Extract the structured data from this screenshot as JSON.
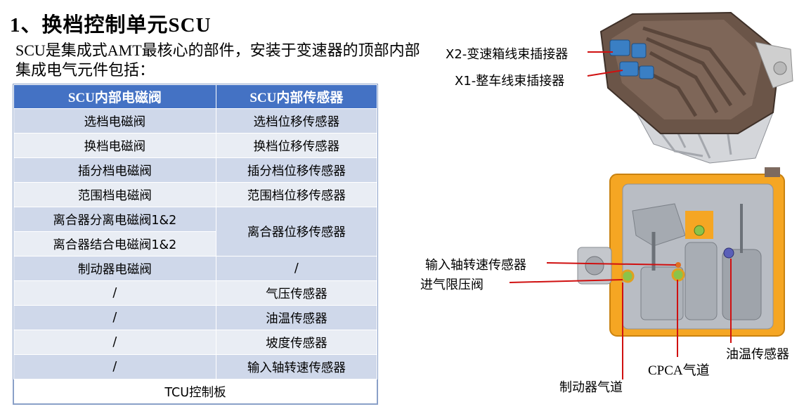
{
  "title": "1、换档控制单元SCU",
  "intro": "SCU是集成式AMT最核心的部件，安装于变速器的顶部内部集成电气元件包括：",
  "table": {
    "headers": [
      "SCU内部电磁阀",
      "SCU内部传感器"
    ],
    "rows": [
      [
        "选档电磁阀",
        "选档位移传感器"
      ],
      [
        "换档电磁阀",
        "换档位移传感器"
      ],
      [
        "插分档电磁阀",
        "插分档位移传感器"
      ],
      [
        "范围档电磁阀",
        "范围档位移传感器"
      ],
      [
        "离合器分离电磁阀1&2",
        "离合器位移传感器"
      ],
      [
        "离合器结合电磁阀1&2",
        ""
      ],
      [
        "制动器电磁阀",
        "/"
      ],
      [
        "/",
        "气压传感器"
      ],
      [
        "/",
        "油温传感器"
      ],
      [
        "/",
        "坡度传感器"
      ],
      [
        "/",
        "输入轴转速传感器"
      ]
    ],
    "footer": "TCU控制板"
  },
  "labels": {
    "x2": "X2-变速箱线束插接器",
    "x1": "X1-整车线束插接器",
    "input_speed": "输入轴转速传感器",
    "intake_valve": "进气限压阀",
    "oil_temp": "油温传感器",
    "cpca": "CPCA气道",
    "brake_duct": "制动器气道"
  },
  "colors": {
    "header_bg": "#4472c4",
    "row_dark": "#cfd8ea",
    "row_light": "#e9edf4",
    "leader_line": "#d01010",
    "gasket": "#f5a623",
    "housing": "#6b5548",
    "connector": "#3a7fc4"
  }
}
